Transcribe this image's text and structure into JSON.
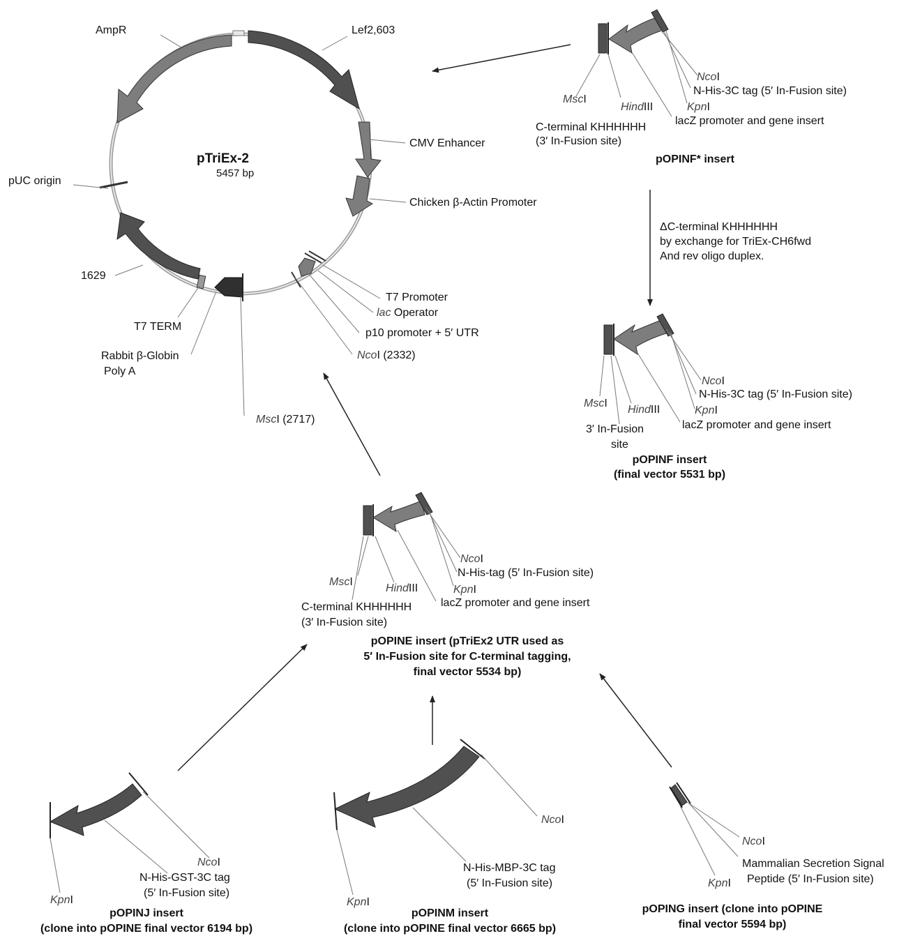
{
  "plasmid": {
    "name": "pTriEx-2",
    "size": "5457 bp",
    "features": {
      "ampr": "AmpR",
      "lef2": "Lef2,603",
      "cmv": "CMV Enhancer",
      "chicken": "Chicken β-Actin Promoter",
      "puc": "pUC origin",
      "n1629": "1629",
      "t7term": "T7 TERM",
      "rabbit1": "Rabbit β-Globin",
      "rabbit2": "Poly A",
      "t7prom": "T7 Promoter",
      "lac_it": "lac",
      "lac_rest": " Operator",
      "p10": "p10 promoter + 5′ UTR",
      "ncoi_it": "Nco",
      "ncoi_rest": "I (2332)",
      "msci_it": "Msc",
      "msci_rest": "I (2717)"
    }
  },
  "popinf_star": {
    "ncoi_it": "Nco",
    "ncoi_rest": "I",
    "nhis": "N-His-3C tag (5′ In-Fusion site)",
    "msci_it": "Msc",
    "msci_rest": "I",
    "hind_it": "Hind",
    "hind_rest": "III",
    "kpni_it": "Kpn",
    "kpni_rest": "I",
    "cterm1": "C-terminal KHHHHHH",
    "cterm2": "(3′ In-Fusion  site)",
    "lacz": "lacZ promoter and gene insert",
    "title": "pOPINF* insert"
  },
  "exchange": {
    "line1": "ΔC-terminal KHHHHHH",
    "line2": "by exchange for TriEx-CH6fwd",
    "line3": "And rev oligo duplex."
  },
  "popinf": {
    "ncoi_it": "Nco",
    "ncoi_rest": "I",
    "nhis": "N-His-3C tag (5′ In-Fusion site)",
    "msci_it": "Msc",
    "msci_rest": "I",
    "hind_it": "Hind",
    "hind_rest": "III",
    "kpni_it": "Kpn",
    "kpni_rest": "I",
    "site1": "3′ In-Fusion",
    "site2": "site",
    "lacz": "lacZ promoter and gene insert",
    "title1": "pOPINF insert",
    "title2": "(final vector 5531 bp)"
  },
  "popine": {
    "ncoi_it": "Nco",
    "ncoi_rest": "I",
    "nhis": "N-His-tag (5′ In-Fusion site)",
    "msci_it": "Msc",
    "msci_rest": "I",
    "hind_it": "Hind",
    "hind_rest": "III",
    "kpni_it": "Kpn",
    "kpni_rest": "I",
    "cterm1": "C-terminal KHHHHHH",
    "cterm2": "(3′ In-Fusion  site)",
    "lacz": "lacZ promoter and gene insert",
    "title1": "pOPINE insert (pTriEx2 UTR used as",
    "title2": "5′ In-Fusion site for C-terminal tagging,",
    "title3": "final vector 5534 bp)"
  },
  "popinj": {
    "ncoi_it": "Nco",
    "ncoi_rest": "I",
    "tag1": "N-His-GST-3C tag",
    "tag2": "(5′ In-Fusion site)",
    "kpni_it": "Kpn",
    "kpni_rest": "I",
    "title1": "pOPINJ insert",
    "title2": "(clone into pOPINE final vector 6194 bp)"
  },
  "popinm": {
    "ncoi_it": "Nco",
    "ncoi_rest": "I",
    "tag1": "N-His-MBP-3C tag",
    "tag2": "(5′ In-Fusion site)",
    "kpni_it": "Kpn",
    "kpni_rest": "I",
    "title1": "pOPINM insert",
    "title2": "(clone into pOPINE final vector 6665 bp)"
  },
  "poping": {
    "ncoi_it": "Nco",
    "ncoi_rest": "I",
    "sig1": "Mammalian Secretion Signal",
    "sig2": "Peptide (5′ In-Fusion site)",
    "kpni_it": "Kpn",
    "kpni_rest": "I",
    "title1": "pOPING insert (clone into pOPINE",
    "title2": "final vector 5594 bp)"
  },
  "colors": {
    "dark": "#505050",
    "mid": "#7d7d7d",
    "light": "#a8a8a8",
    "line": "#777777"
  }
}
